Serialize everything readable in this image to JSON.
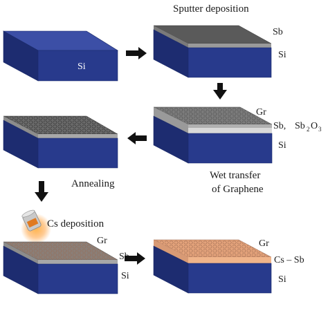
{
  "labels": {
    "si": "Si",
    "sb": "Sb",
    "gr": "Gr",
    "sb_oxide_prefix": "Sb,",
    "sb_oxide_formula": "Sb",
    "sb_oxide_sub1": "2",
    "sb_oxide_mid": "O",
    "sb_oxide_sub2": "3",
    "cs_sb": "Cs – Sb"
  },
  "steps": {
    "sputter": "Sputter deposition",
    "wet_transfer_line1": "Wet transfer",
    "wet_transfer_line2": "of Graphene",
    "annealing": "Annealing",
    "cs_deposition": "Cs deposition"
  },
  "colors": {
    "si_top": "#3c4fa6",
    "si_front": "#283a8c",
    "si_side": "#1d2c70",
    "sb_top": "#5a5a5a",
    "sb_edge": "#9a9a9a",
    "oxide_band": "#d9d9d9",
    "graphene_top": "#7c7c7c",
    "cs_sb_top": "#e3a27a",
    "cs_sb_band": "#f0b48a",
    "arrow": "#111111"
  }
}
